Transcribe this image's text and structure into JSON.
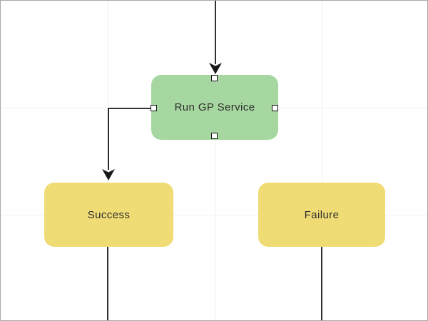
{
  "canvas": {
    "background_color": "#ffffff",
    "border_color": "#a9a9a9",
    "grid_color": "#f0f0f0",
    "grid_lines": {
      "vertical_x": [
        150,
        300,
        450
      ],
      "horizontal_y": [
        150,
        300
      ]
    }
  },
  "nodes": [
    {
      "id": "run-gp-service",
      "label": "Run GP Service",
      "fill_color": "#a6d7a0",
      "text_color": "#2e2e2e",
      "selected": true
    },
    {
      "id": "success",
      "label": "Success",
      "fill_color": "#f0dc75",
      "text_color": "#2e2e2e",
      "selected": false
    },
    {
      "id": "failure",
      "label": "Failure",
      "fill_color": "#f0dc75",
      "text_color": "#2e2e2e",
      "selected": false
    }
  ],
  "ports": [
    {
      "node": "run-gp-service",
      "position": "top"
    },
    {
      "node": "run-gp-service",
      "position": "left"
    },
    {
      "node": "run-gp-service",
      "position": "right"
    },
    {
      "node": "run-gp-service",
      "position": "bottom"
    }
  ],
  "connectors": [
    {
      "id": "incoming-top",
      "from": "offscreen-top",
      "to": "run-gp-service",
      "arrowhead": true,
      "color": "#1a1a1a"
    },
    {
      "id": "run-gp-to-success",
      "from": "run-gp-service-left-port",
      "to": "success",
      "arrowhead": true,
      "color": "#1a1a1a"
    },
    {
      "id": "success-outgoing",
      "from": "success",
      "to": "offscreen-bottom",
      "arrowhead": false,
      "color": "#1a1a1a"
    },
    {
      "id": "failure-outgoing",
      "from": "failure",
      "to": "offscreen-bottom",
      "arrowhead": false,
      "color": "#1a1a1a"
    }
  ]
}
